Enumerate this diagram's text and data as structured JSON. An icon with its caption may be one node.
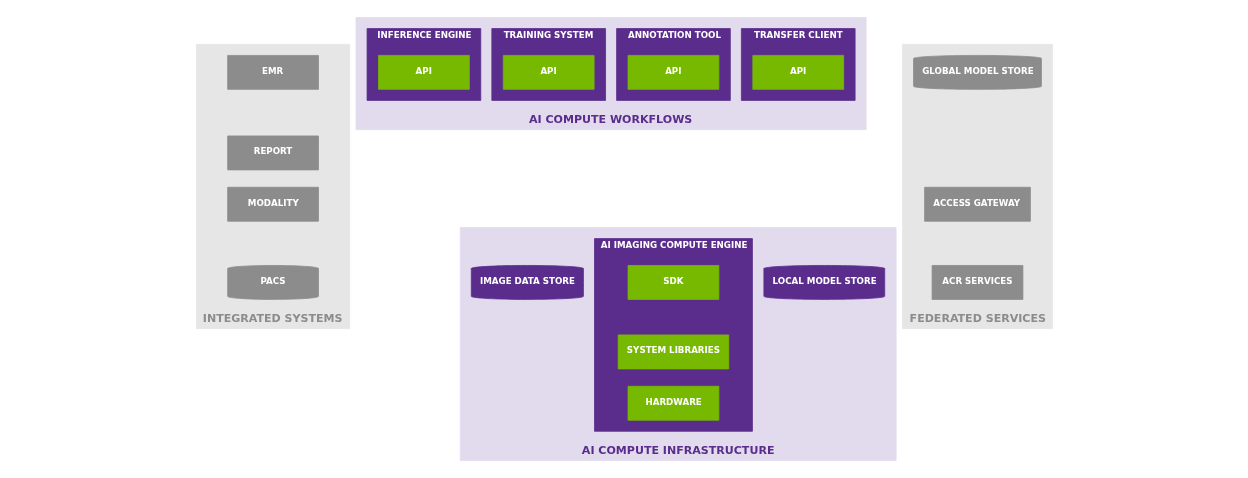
{
  "diagram": {
    "nodes": [
      {
        "text": [
          "INTEGRATED SYSTEMS"
        ]
      },
      {
        "text": [
          "EMR"
        ],
        "in": 0
      },
      {
        "text": [
          "REPORT"
        ],
        "in": 0
      },
      {
        "text": [
          "MODALITY"
        ],
        "in": 0
      },
      {
        "text": [
          "PACS"
        ],
        "in": 0
      },
      {
        "text": [
          "AI COMPUTE WORKFLOWS"
        ]
      },
      {
        "text": [
          "TRANSFER CLIENT"
        ],
        "in": 5
      },
      {
        "text": [
          "API"
        ],
        "in": 6
      },
      {
        "text": [
          "ANNOTATION TOOL"
        ],
        "in": 5
      },
      {
        "text": [
          "API"
        ],
        "in": 8
      },
      {
        "text": [
          "TRAINING SYSTEM"
        ],
        "in": 5
      },
      {
        "text": [
          "API"
        ],
        "in": 10
      },
      {
        "text": [
          "INFERENCE ENGINE"
        ],
        "in": 5
      },
      {
        "text": [
          "API"
        ],
        "in": 12
      },
      {
        "text": [
          "AI COMPUTE INFRASTRUCTURE"
        ]
      },
      {
        "text": [
          "IMAGE DATA STORE"
        ],
        "in": 14
      },
      {
        "text": [
          "AI IMAGING COMPUTE ENGINE"
        ],
        "in": 14
      },
      {
        "text": [
          "SDK"
        ],
        "in": 16
      },
      {
        "text": [
          "SYSTEM LIBRARIES"
        ],
        "in": 16
      },
      {
        "text": [
          "HARDWARE"
        ],
        "in": 16
      },
      {
        "text": [
          "LOCAL MODEL STORE"
        ],
        "in": 14
      },
      {
        "text": [
          "FEDERATED SERVICES"
        ]
      },
      {
        "text": [
          "GLOBAL MODEL STORE"
        ],
        "in": 21
      },
      {
        "text": [
          "ACCESS GATEWAY"
        ],
        "in": 21
      },
      {
        "text": [
          "ACR SERVICES"
        ],
        "in": 21
      }
    ],
    "edges": []
  }
}
